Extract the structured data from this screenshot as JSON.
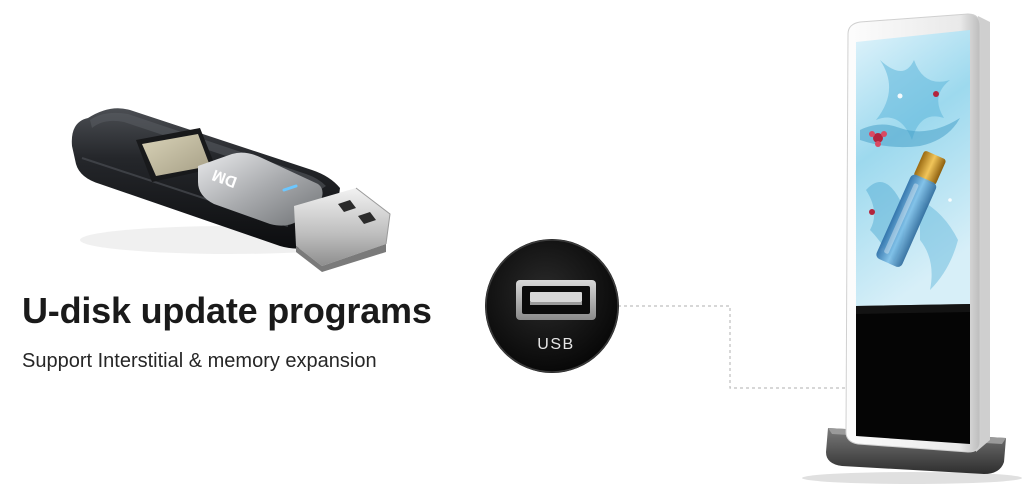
{
  "headline": "U-disk update programs",
  "subline": "Support Interstitial & memory expansion",
  "usb_port": {
    "label": "USB"
  },
  "flash_drive": {
    "logo": "DM"
  },
  "colors": {
    "text_dark": "#1a1a1a",
    "drive_body": "#1d1f22",
    "drive_silver": "#b7b9bc",
    "port_circle": "#121212",
    "kiosk_frame": "#f2f2f2",
    "screen_water": "#8fd3ea",
    "base_plate": "#4a4a4a",
    "dashed_connector": "#bfbfbf"
  }
}
